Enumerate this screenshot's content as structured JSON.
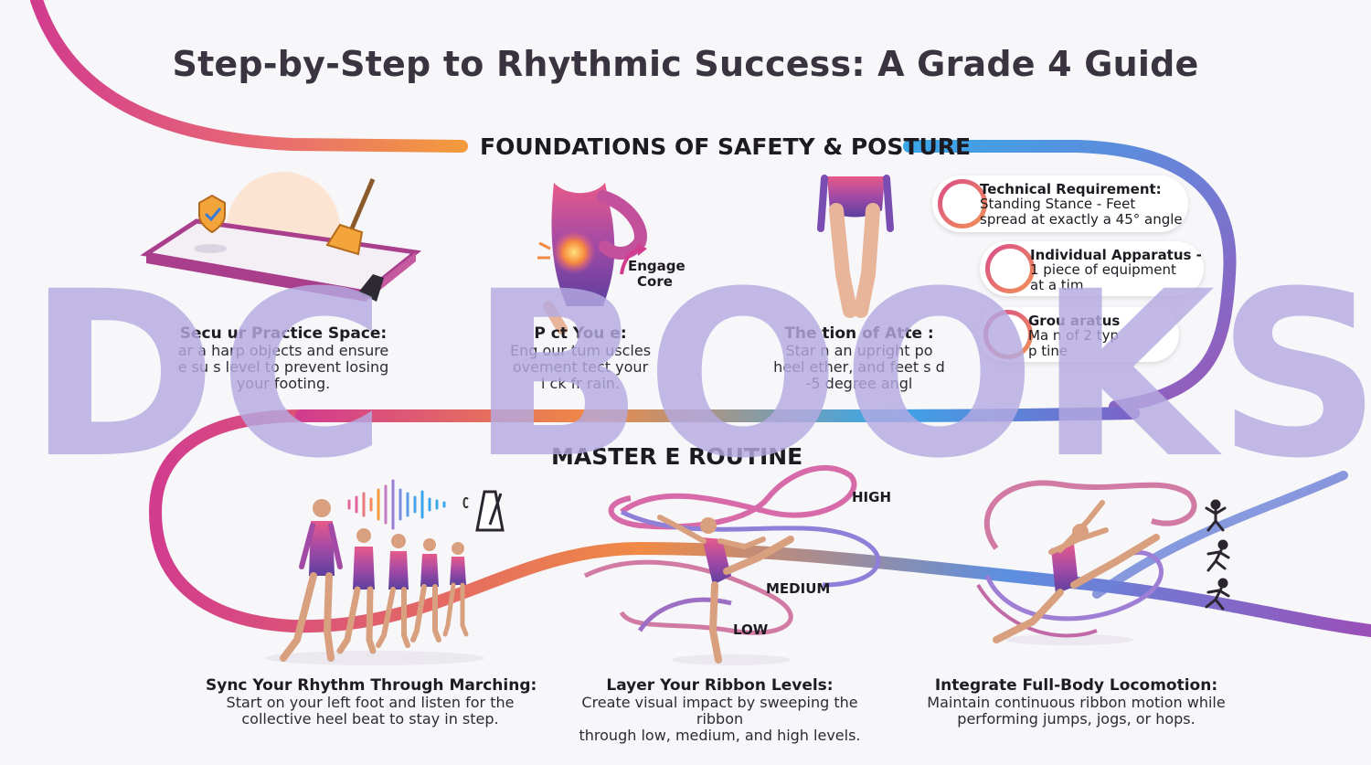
{
  "title": "Step-by-Step to Rhythmic Success: A Grade 4 Guide",
  "colors": {
    "pink": "#d8418a",
    "orange": "#f3913f",
    "blue": "#3aa7e8",
    "purple": "#8a4fc0",
    "watermark": "#b4aae1"
  },
  "section1": {
    "heading": "FOUNDATIONS OF SAFETY & POSTURE",
    "cards": [
      {
        "title": "Secu   ur Practice Space:",
        "text": [
          "ar a  harp objects and ensure",
          "e su   s level to prevent losing",
          "your footing."
        ]
      },
      {
        "title": "P   ct You    e:",
        "text": [
          "Eng   our tum   uscles",
          "  ovement    tect your",
          "l   ck fr  rain."
        ]
      },
      {
        "title": "The    tion of Atte   :",
        "text": [
          "Star   n an upright po",
          "heel   ether, and feet s   d",
          " -5 degree angl"
        ]
      }
    ],
    "engage_label": "Engage",
    "engage_label2": "Core",
    "pills": [
      {
        "title": "Technical Requirement:",
        "text": [
          "Standing Stance - Feet",
          "spread at exactly a 45° angle"
        ],
        "icon": "stance-icon"
      },
      {
        "title": "Individual Apparatus -",
        "text": [
          "1 piece of equipment",
          "at a tim"
        ],
        "icon": "ring-icon"
      },
      {
        "title": "Grou     aratus",
        "text": [
          "Ma   n of 2 typ",
          "p     tine"
        ],
        "icon": "ring-icon"
      }
    ]
  },
  "section2": {
    "heading": "MASTER       E ROUTINE",
    "levels": {
      "high": "HIGH",
      "medium": "MEDIUM",
      "low": "LOW"
    },
    "cards": [
      {
        "title": "Sync Your Rhythm Through Marching:",
        "text": [
          "Start on your left foot and listen for the",
          "collective heel beat to stay in step."
        ]
      },
      {
        "title": "Layer Your Ribbon Levels:",
        "text": [
          "Create visual impact by sweeping the ribbon",
          "through low, medium, and high levels."
        ]
      },
      {
        "title": "Integrate Full-Body Locomotion:",
        "text": [
          "Maintain continuous ribbon motion while",
          "performing jumps, jogs, or hops."
        ]
      }
    ]
  },
  "watermark": "DC BOOKS"
}
